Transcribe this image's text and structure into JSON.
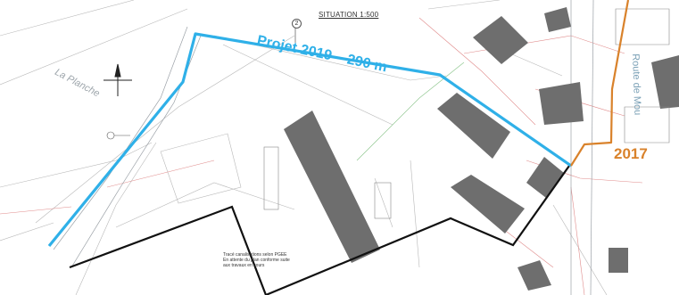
{
  "title": "SITUATION 1:500",
  "project_label": "Projet 2019 – 290 m",
  "year_label": "2017",
  "street_label": "Route de Mou",
  "place_label": "La Planche",
  "marker_number": "2",
  "note_lines": [
    "Tracé canalisations selon PGEE",
    "En attente du plan conforme suite",
    "aux travaux en cours"
  ],
  "colors": {
    "project_line": "#2fb0e8",
    "line_2017": "#d9822b",
    "boundary": "#111111",
    "buildings": "#6e6e6e"
  }
}
